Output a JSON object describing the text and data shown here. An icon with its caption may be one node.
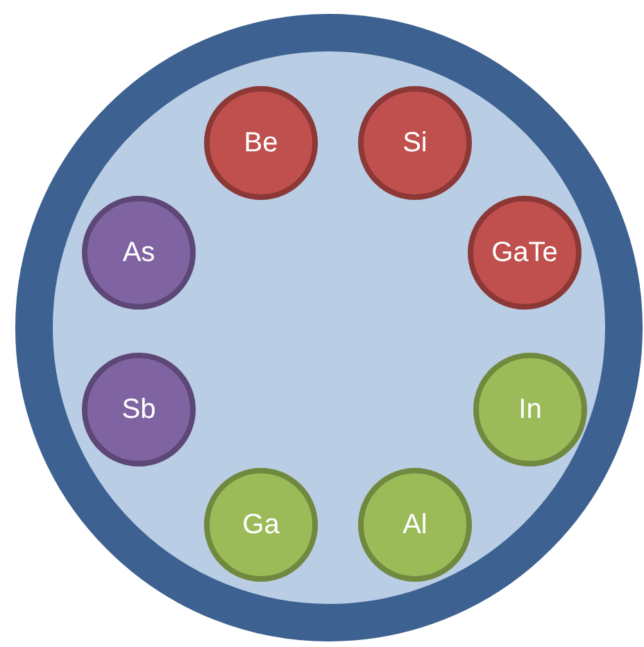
{
  "diagram": {
    "nodes": [
      {
        "text": [],
        "shape": "circle"
      },
      {
        "text": [
          "Be"
        ],
        "in": 0
      },
      {
        "text": [
          "Si"
        ],
        "in": 0
      },
      {
        "text": [
          "As"
        ],
        "in": 0
      },
      {
        "text": [
          "GaTe"
        ],
        "in": 0
      },
      {
        "text": [
          "Sb"
        ],
        "in": 0
      },
      {
        "text": [
          "In"
        ],
        "in": 0
      },
      {
        "text": [
          "Ga"
        ],
        "in": 0
      },
      {
        "text": [
          "Al"
        ],
        "in": 0
      }
    ]
  }
}
